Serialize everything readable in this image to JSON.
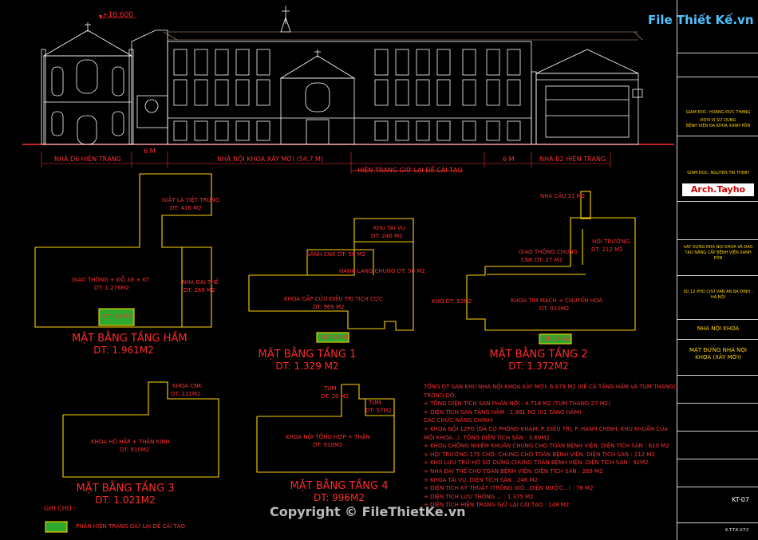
{
  "watermark": {
    "logo": "File Thiết Kế.vn",
    "copyright": "Copyright © FileThietKe.vn"
  },
  "elevation": {
    "level_mark": "+16.600",
    "labels": {
      "left": "NHÀ D6 HIỆN TRẠNG",
      "gap_left": "6 M",
      "middle": "NHÀ NỘI KHOA XÂY MỚI (54,7 M)",
      "gap_right": "6 M",
      "right": "NHÀ B2 HIỆN TRẠNG"
    },
    "note": "HIỆN TRẠNG GIỮ LẠI ĐỂ CẢI TẠO"
  },
  "plans": {
    "basement": {
      "title": "MẶT BẰNG TẦNG HẦM",
      "area": "DT:  1.961M2",
      "rooms": [
        {
          "name": "GIẶT LÀ TIỆT TRÙNG",
          "area": "DT: 416 M2"
        },
        {
          "name": "GIAO THÔNG + ĐỖ XE + KT",
          "area": "DT: 1.276M2"
        },
        {
          "name": "NHÀ ĐẠI THỂ",
          "area": "DT: 269 M2"
        }
      ],
      "kept": "DT: 64 M2"
    },
    "floor1": {
      "title": "MẶT BẰNG TẦNG 1",
      "area": "DT:  1.329 M2",
      "rooms": [
        {
          "name": "KHU TÀI VỤ",
          "area": "DT: 246 M2"
        },
        {
          "name": "SẢNH CNK DT: 56 M2",
          "area": ""
        },
        {
          "name": "HÀNH LANG CHUNG DT: 58 M2",
          "area": ""
        },
        {
          "name": "KHOA CẤP CỨU ĐIỀU TRỊ TÍCH CỰC",
          "area": "DT: 969 M2"
        }
      ],
      "kept": "DT: 38 M2"
    },
    "floor2": {
      "title": "MẶT BẰNG TẦNG 2",
      "area": "DT:  1.372M2",
      "rooms": [
        {
          "name": "NHÀ CẦU 31 M2",
          "area": ""
        },
        {
          "name": "GIAO THÔNG CHUNG",
          "area": "CNK DT: 27 M2"
        },
        {
          "name": "HỘI TRƯỜNG",
          "area": "DT: 212 M2"
        },
        {
          "name": "KHO DT: 92M2",
          "area": ""
        },
        {
          "name": "KHOA TIM MẠCH + CHUYỂN HOÁ",
          "area": "DT: 910M2"
        }
      ],
      "kept": "DT: 28 M2"
    },
    "floor3": {
      "title": "MẶT BẰNG TẦNG 3",
      "area": "DT:  1.021M2",
      "rooms": [
        {
          "name": "KHOA CNK",
          "area": "DT: 111M2"
        },
        {
          "name": "KHOA HÔ HẤP + THẦN KINH",
          "area": "DT: 910M2"
        }
      ]
    },
    "floor4": {
      "title": "MẶT BẰNG TẦNG 4",
      "area": "DT:  996M2",
      "rooms": [
        {
          "name": "TUM",
          "area": "DT: 29 M2"
        },
        {
          "name": "TUM",
          "area": "DT: 57M2"
        },
        {
          "name": "KHOA NỘI TỔNG HỢP + THẬN",
          "area": "DT: 910M2"
        }
      ]
    }
  },
  "legend": {
    "title": "GHI CHÚ :",
    "item": "PHẦN HIỆN TRẠNG GIỮ LẠI ĐỂ CẢI TẠO"
  },
  "notes": [
    "TỔNG DT SÀN KHU NHÀ NỘI KHOA XÂY MỚI: 6.679 M2 (KỂ CẢ TẦNG HẦM VÀ TUM THANG)",
    "TRONG ĐÓ:",
    "  + TỔNG DIỆN TÍCH SÀN PHẦN NỔI   : 4.718 M2 (TUM THANG 27 M2)",
    "  + DIỆN TÍCH SÀN TẦNG HẦM          : 1.961 M2 (01 TẦNG HẦM)",
    "CÁC CHỨC NĂNG CHÍNH:",
    "  + KHOA NỘI 12PG (ĐÃ CÓ PHÒNG KHÁM, P. ĐIỀU TRỊ, P. HÀNH CHÍNH, KHU KHUẨN CỦA",
    "     MỖI KHOA...). TỔNG DIỆN TÍCH SÀN : 3.69M2",
    "  + KHOA CHỐNG NHIỄM KHUẨN CHUNG CHO TOÀN BỆNH VIỆN. DIỆN TÍCH SÀN : 610 M2",
    "  + HỘI TRƯỜNG 175 CHỖ: CHUNG CHO TOÀN BỆNH VIỆN. DIỆN TÍCH SÀN : 212 M2",
    "  + KHO LƯU TRỮ HỒ SƠ DÙNG CHUNG TOÀN BỆNH VIỆN. DIỆN TÍCH SÀN : 92M2",
    "  + NHÀ ĐẠI THỂ CHO TOÀN BỆNH VIỆN. DIỆN TÍCH SÀN : 269 M2",
    "  + KHOA TÀI VỤ. DIỆN TÍCH SÀN : 246 M2",
    "  + DIỆN TÍCH KỸ THUẬT (TRỐNG GIÓ...DIỆN NƯỚC...) : 78 M2",
    "  + DIỆN TÍCH LƯU THÔNG ...             : 1.375 M2",
    "  + DIỆN TÍCH HIỆN TRẠNG GIỮ LẠI CẢI TẠO : 148 M2"
  ],
  "title_block": {
    "director": "GIÁM ĐỐC: HOÀNG ĐỨC THẮNG",
    "client": "ĐƠN VỊ SỬ DỤNG\nBỆNH VIỆN ĐA KHOA XANH PÔN",
    "manager": "GIÁM ĐỐC: NGUYỄN TRÍ THỊNH",
    "firm_logo": "Arch.Tayho",
    "project": "XÂY DỰNG NHÀ NỘI KHOA VÀ ĐÀO TẠO NÂNG CẤP BỆNH VIỆN XANH PÔN",
    "address": "SỐ 12 PHỐ CHU VĂN AN BA ĐÌNH - HÀ NỘI",
    "item": "NHÀ NỘI KHOA",
    "drawing": "MẶT ĐỨNG NHÀ NỘI KHOA (XÂY MỚI)",
    "sheet_no": "KT-07",
    "footer": "K.T.T.K.V.T.C"
  },
  "colors": {
    "background": "#000000",
    "building": "#ffffff",
    "plan_outline": "#ffd400",
    "labels": "#ff2020",
    "kept_area": "#2ea82e"
  }
}
